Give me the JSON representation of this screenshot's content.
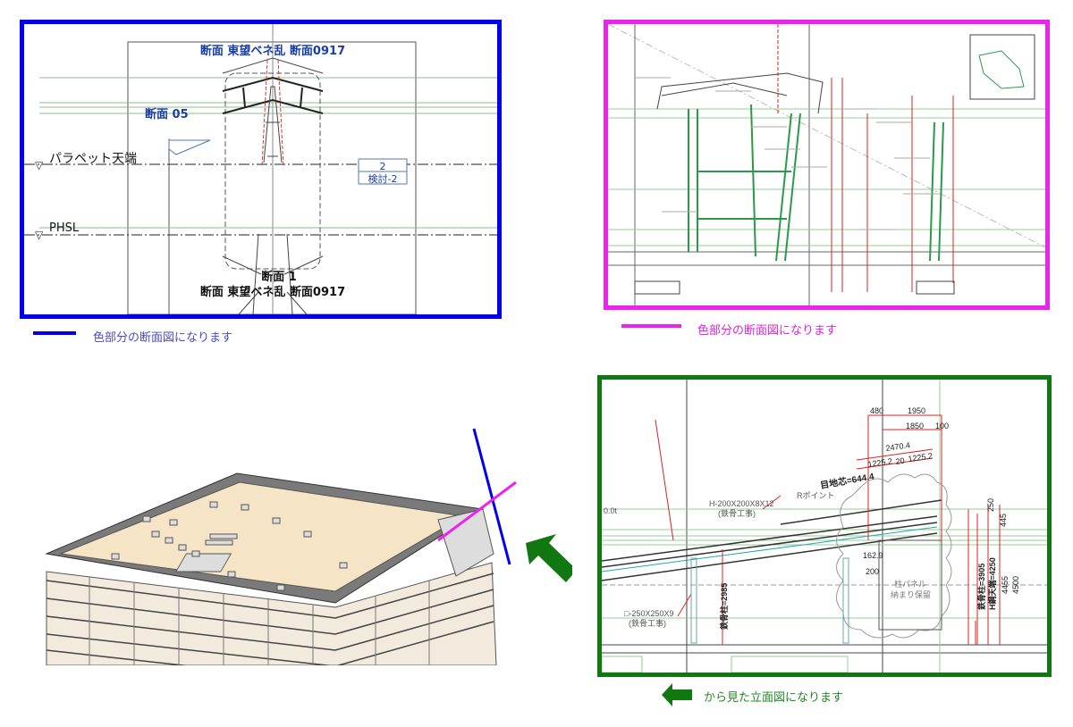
{
  "colors": {
    "section_blue": "#0000ee",
    "section_magenta": "#ee22ee",
    "elevation_green": "#117711",
    "roof_beige": "#f6e4c6"
  },
  "section_panel": {
    "title_top": "断面 東望ベネ乱 断面0917",
    "label_section_05": "断面 05",
    "level_parapet": "パラペット天端",
    "level_phsl": "PHSL",
    "tag_number": "2",
    "tag_label": "検討-2",
    "label_section_1": "断面 1",
    "title_bottom": "断面 東望ベネ乱 断面0917",
    "legend_text": "色部分の断面図になります"
  },
  "detail_panel": {
    "legend_text": "色部分の断面図になります"
  },
  "elevation_panel": {
    "dims": [
      "480",
      "1950",
      "1850",
      "100",
      "2470.4",
      "1225.2",
      "20",
      "1225.2"
    ],
    "joint_label": "目地芯=644.4",
    "r_point": "Rポイント",
    "beam_spec": "H-200X200X8X12",
    "beam_note": "(鉄骨工事)",
    "column_spec": "□-250X250X9",
    "column_note": "(鉄骨工事)",
    "thickness": "0.0t",
    "panel_note_1": "柱パネル",
    "panel_note_2": "納まり保留",
    "steel_col_left": "鉄骨柱=2985",
    "steel_col_right": "鉄骨柱=3905",
    "h_steel": "H鋼天端=4250",
    "dim_4455": "4455",
    "dim_4500": "4500",
    "dim_250": "250",
    "dim_445": "445",
    "dim_162": "162.9",
    "dim_200": "200",
    "legend_text": "から見た立面図になります"
  }
}
